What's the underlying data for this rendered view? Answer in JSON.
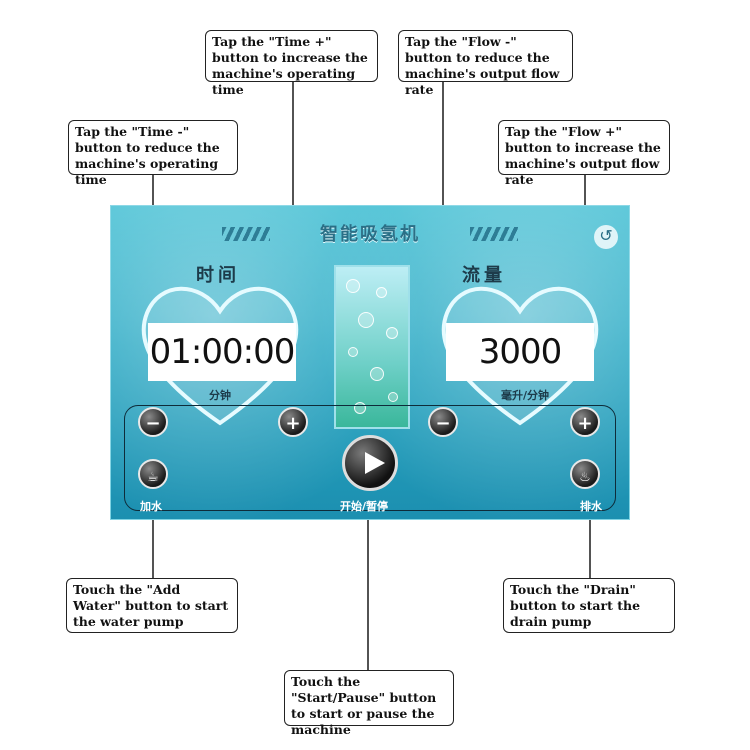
{
  "callouts": {
    "time_plus": "Tap the \"Time +\" button to increase the machine's operating time",
    "flow_minus": "Tap the \"Flow -\" button to reduce the machine's output flow rate",
    "time_minus": "Tap the \"Time -\" button to reduce the machine's operating time",
    "flow_plus": "Tap the \"Flow +\" button to increase the machine's output flow rate",
    "add_water": "Touch the \"Add Water\" button to start the water pump",
    "drain": "Touch the \"Drain\" button to start the drain pump",
    "start_pause": "Touch the \"Start/Pause\" button to start or pause the machine"
  },
  "panel": {
    "title": "智能吸氢机",
    "time_label": "时间",
    "flow_label": "流量",
    "time_value": "01:00:00",
    "time_unit": "分钟",
    "flow_value": "3000",
    "flow_unit": "毫升/分钟",
    "add_water_label": "加水",
    "start_pause_label": "开始/暂停",
    "drain_label": "排水",
    "minus_symbol": "−",
    "plus_symbol": "+",
    "back_symbol": "↺"
  },
  "colors": {
    "panel_top": "#4fc3d6",
    "panel_bottom": "#1c8fb0",
    "callout_border": "#222222"
  },
  "icons": [
    "back-icon",
    "water-cup-icon",
    "play-icon",
    "faucet-icon"
  ]
}
